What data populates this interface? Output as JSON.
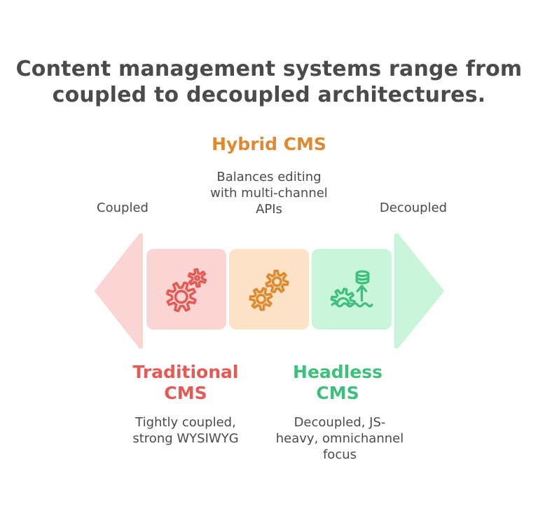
{
  "title": "Content management systems range from\ncoupled to decoupled architectures.",
  "spectrum": {
    "left_label": "Coupled",
    "right_label": "Decoupled"
  },
  "sections": {
    "hybrid": {
      "heading": "Hybrid CMS",
      "description": "Balances editing\nwith multi-channel\nAPIs",
      "icon": "gears-icon"
    },
    "traditional": {
      "heading": "Traditional\nCMS",
      "description": "Tightly coupled,\nstrong WYSIWYG",
      "icon": "gears-icon"
    },
    "headless": {
      "heading": "Headless\nCMS",
      "description": "Decoupled, JS-\nheavy, omnichannel\nfocus",
      "icon": "gear-database-upload-icon"
    }
  },
  "colors": {
    "ink": "#4b4b4b",
    "red": "#e65a55",
    "orange": "#df8a2e",
    "green": "#3ec07c",
    "pink": "#fbd5d3",
    "peach": "#fce3c7",
    "mint": "#c9f6da"
  }
}
